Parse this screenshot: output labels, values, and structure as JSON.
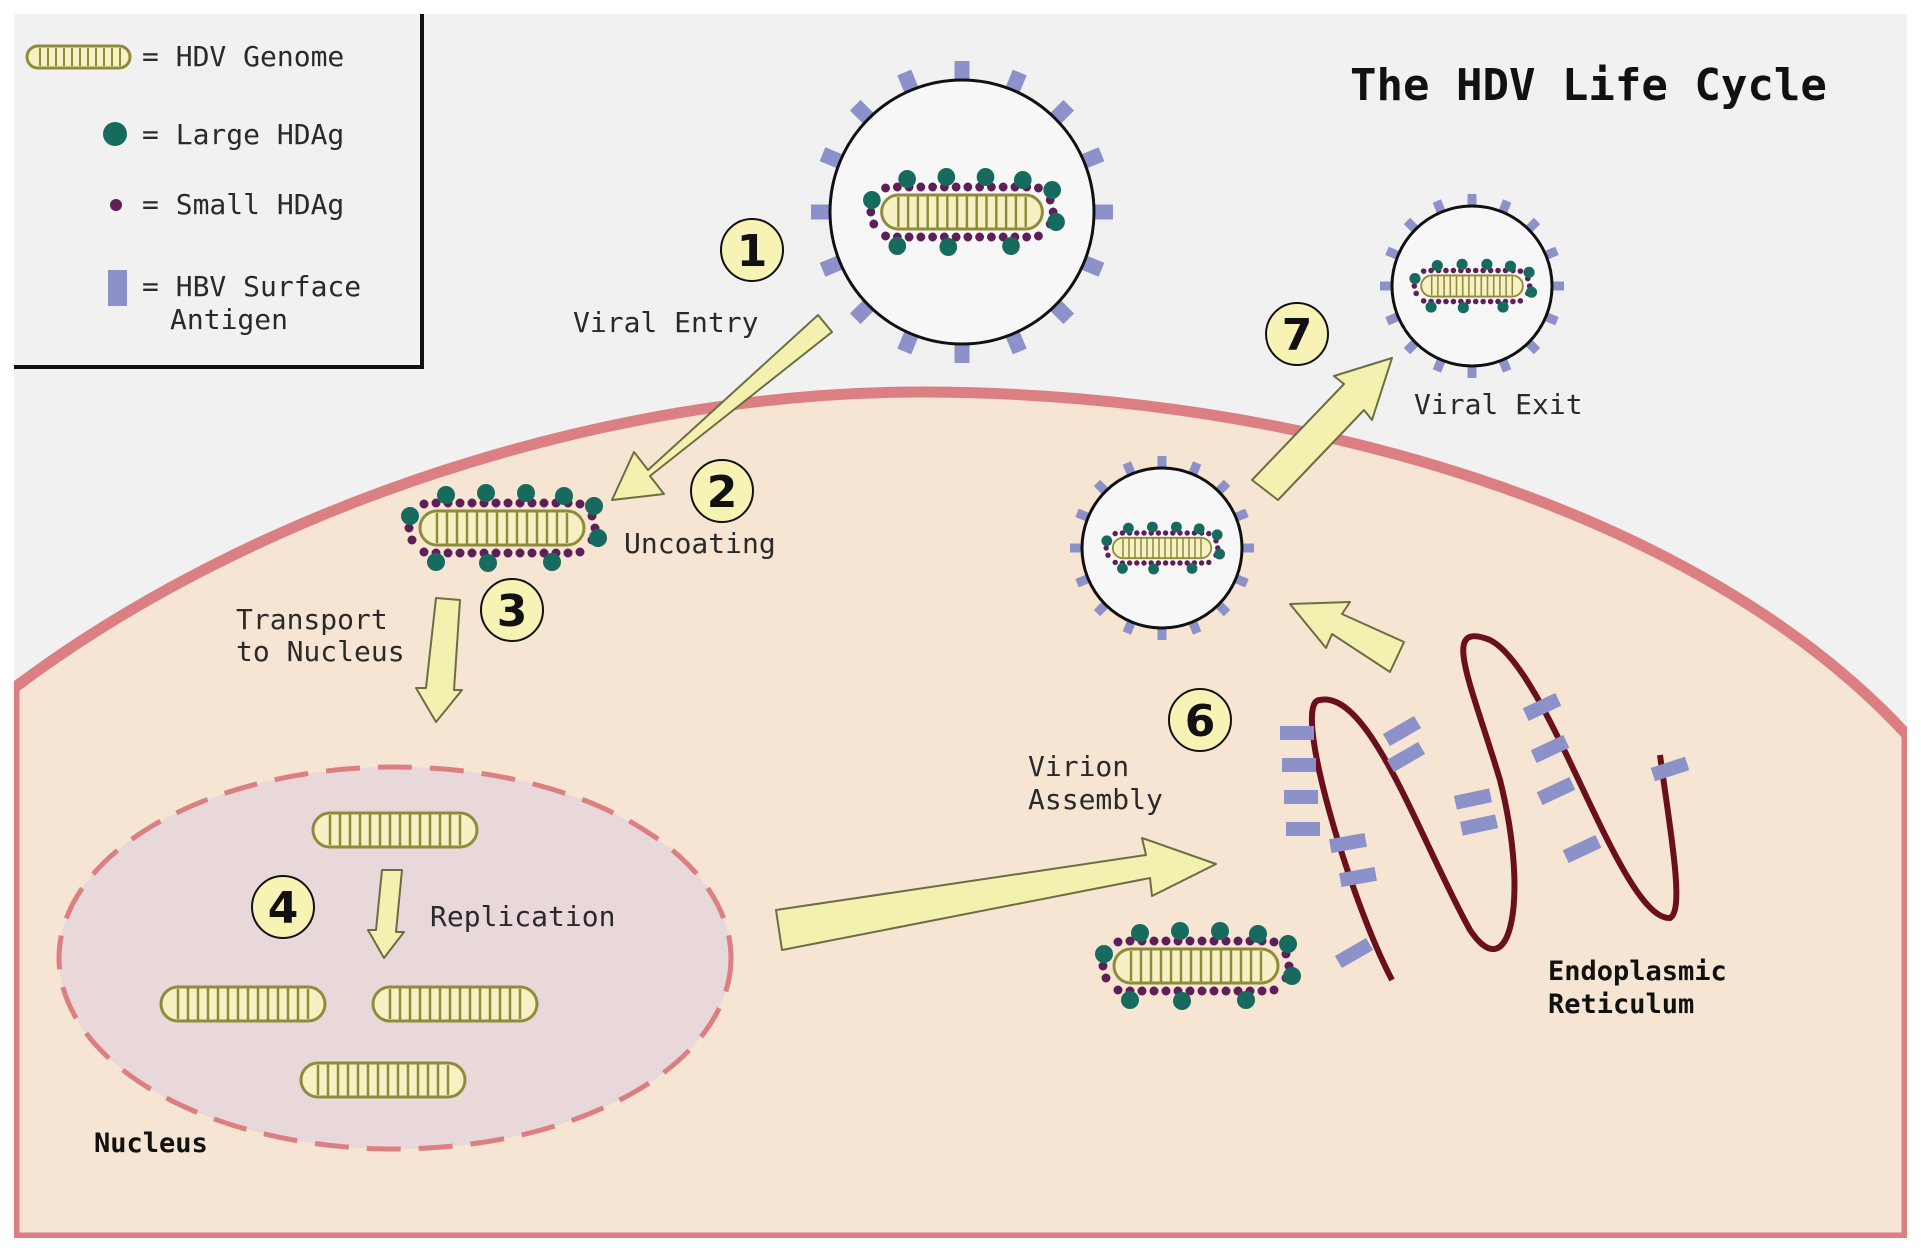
{
  "title": "The HDV Life Cycle",
  "legend": {
    "items": [
      {
        "symbol": "genome",
        "label": "= HDV Genome"
      },
      {
        "symbol": "large-hdag",
        "label": "= Large HDAg"
      },
      {
        "symbol": "small-hdag",
        "label": "= Small HDAg"
      },
      {
        "symbol": "surface-antigen",
        "label": "= HBV Surface",
        "label2": "Antigen"
      }
    ]
  },
  "steps": [
    {
      "number": "1",
      "label": "Viral Entry"
    },
    {
      "number": "2",
      "label": "Uncoating"
    },
    {
      "number": "3",
      "label": "Transport",
      "label2": "to Nucleus"
    },
    {
      "number": "4",
      "label": "Replication"
    },
    {
      "number": "6",
      "label": "Virion",
      "label2": "Assembly"
    },
    {
      "number": "7",
      "label": "Viral Exit"
    }
  ],
  "compartments": {
    "nucleus": "Nucleus",
    "er_line1": "Endoplasmic",
    "er_line2": "Reticulum"
  },
  "colors": {
    "background": "#f1f1f1",
    "cytoplasm": "#f6e5d3",
    "membrane": "#dc7f82",
    "nucleus_fill": "#e8d8d9",
    "genome": "#8f8b3a",
    "genome_fill": "#f6f1c4",
    "large_hdag": "#176b5e",
    "small_hdag": "#5e1f58",
    "surface_antigen": "#8c92c9",
    "arrow_fill": "#f4f1b0",
    "arrow_stroke": "#6d6d45",
    "step_circle": "#f7f3b4",
    "er": "#6b0f1d"
  }
}
